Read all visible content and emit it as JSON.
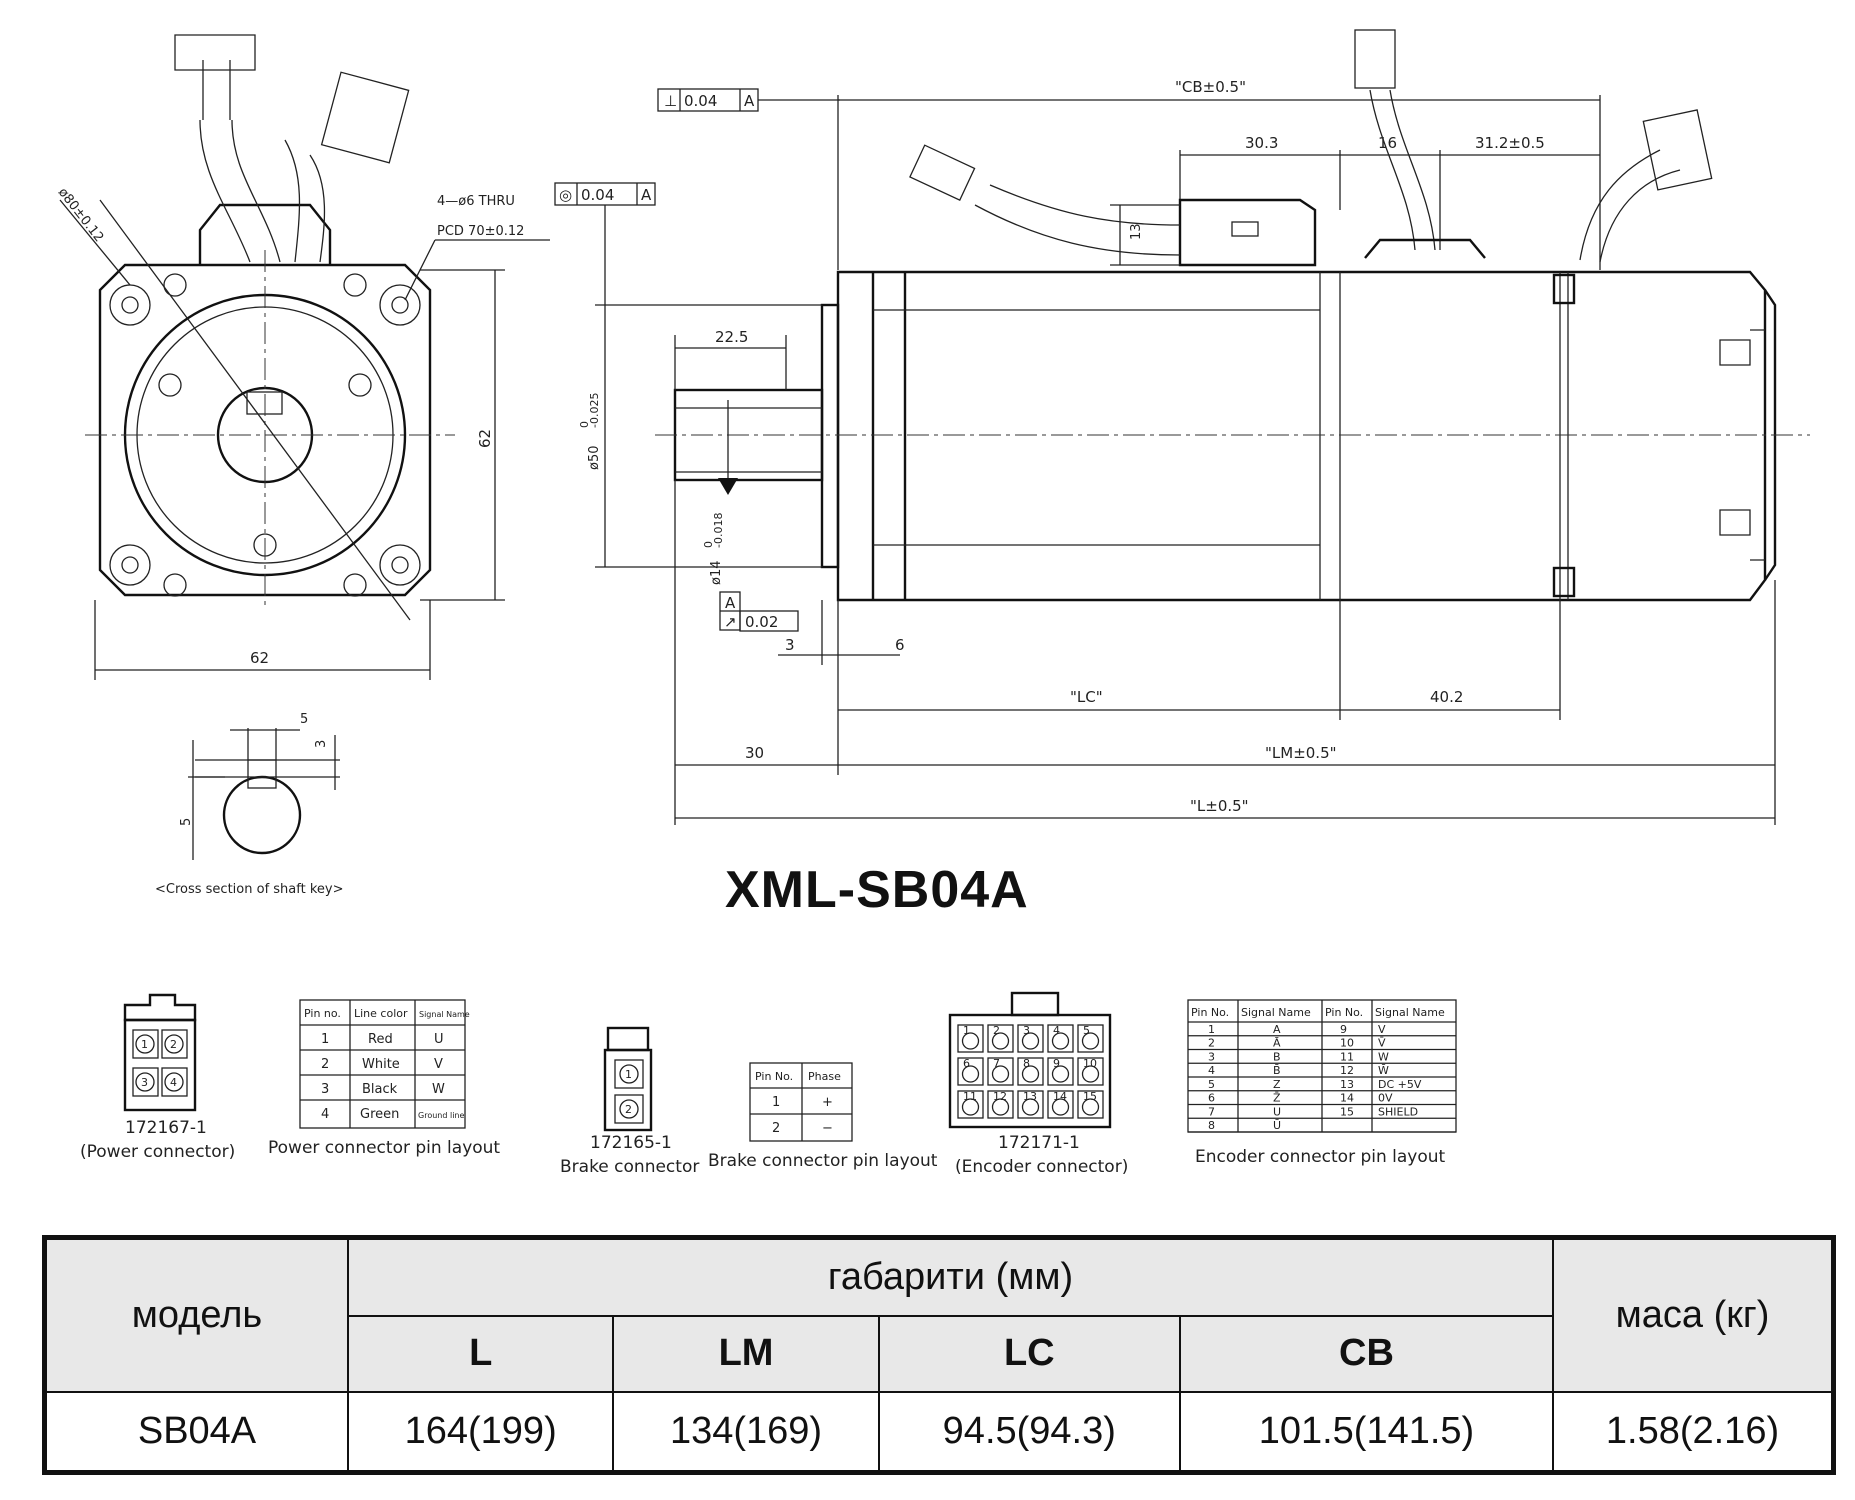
{
  "title": "XML-SB04A",
  "front_view": {
    "diag_dim": "ø80±0.12",
    "holes": "4—ø6 THRU",
    "pcd": "PCD 70±0.12",
    "height_dim": "62",
    "width_dim": "62"
  },
  "shaft_key": {
    "key_width": "5",
    "key_depth": "3",
    "shaft_dim": "5",
    "caption": "<Cross section of shaft key>"
  },
  "side_view": {
    "perp_tol_value": "0.04",
    "perp_tol_datum": "A",
    "conc_tol_value": "0.04",
    "conc_tol_datum": "A",
    "runout_datum": "A",
    "runout_value": "0.02",
    "cb": "\"CB±0.5\"",
    "d30_3": "30.3",
    "d16": "16",
    "d31_2": "31.2±0.5",
    "d13": "13",
    "d22_5": "22.5",
    "flange_dia": "ø50",
    "flange_tol_upper": "0",
    "flange_tol_lower": "-0.025",
    "shaft_dia": "ø14",
    "shaft_tol_upper": "0",
    "shaft_tol_lower": "-0.018",
    "d3": "3",
    "d6": "6",
    "lc": "\"LC\"",
    "d40_2": "40.2",
    "d30": "30",
    "lm": "\"LM±0.5\"",
    "l": "\"L±0.5\""
  },
  "connectors": {
    "power": {
      "pins": [
        "1",
        "2",
        "3",
        "4"
      ],
      "part_no": "172167-1",
      "caption": "(Power connector)",
      "table_caption": "Power connector pin layout",
      "headers": [
        "Pin no.",
        "Line color",
        "Signal Name"
      ],
      "rows": [
        [
          "1",
          "Red",
          "U"
        ],
        [
          "2",
          "White",
          "V"
        ],
        [
          "3",
          "Black",
          "W"
        ],
        [
          "4",
          "Green",
          "Ground line"
        ]
      ]
    },
    "brake": {
      "pins": [
        "1",
        "2"
      ],
      "part_no": "172165-1",
      "caption": "Brake connector",
      "table_caption": "Brake connector pin layout",
      "headers": [
        "Pin No.",
        "Phase"
      ],
      "rows": [
        [
          "1",
          "+"
        ],
        [
          "2",
          "−"
        ]
      ]
    },
    "encoder": {
      "pins": [
        "1",
        "2",
        "3",
        "4",
        "5",
        "6",
        "7",
        "8",
        "9",
        "10",
        "11",
        "12",
        "13",
        "14",
        "15"
      ],
      "part_no": "172171-1",
      "caption": "(Encoder connector)",
      "table_caption": "Encoder connector pin layout",
      "headers": [
        "Pin No.",
        "Signal Name",
        "Pin No.",
        "Signal Name"
      ],
      "rows": [
        [
          "1",
          "A",
          "9",
          "V"
        ],
        [
          "2",
          "Ā",
          "10",
          "V̄"
        ],
        [
          "3",
          "B",
          "11",
          "W"
        ],
        [
          "4",
          "B̄",
          "12",
          "W̄"
        ],
        [
          "5",
          "Z",
          "13",
          "DC +5V"
        ],
        [
          "6",
          "Z̄",
          "14",
          "0V"
        ],
        [
          "7",
          "U",
          "15",
          "SHIELD"
        ],
        [
          "8",
          "Ū",
          "",
          ""
        ]
      ]
    }
  },
  "spec_table": {
    "model_header": "модель",
    "dims_header": "габарити (мм)",
    "mass_header": "маса (кг)",
    "col_L": "L",
    "col_LM": "LM",
    "col_LC": "LC",
    "col_CB": "CB",
    "row": {
      "model": "SB04A",
      "L": "164(199)",
      "LM": "134(169)",
      "LC": "94.5(94.3)",
      "CB": "101.5(141.5)",
      "mass": "1.58(2.16)"
    }
  }
}
